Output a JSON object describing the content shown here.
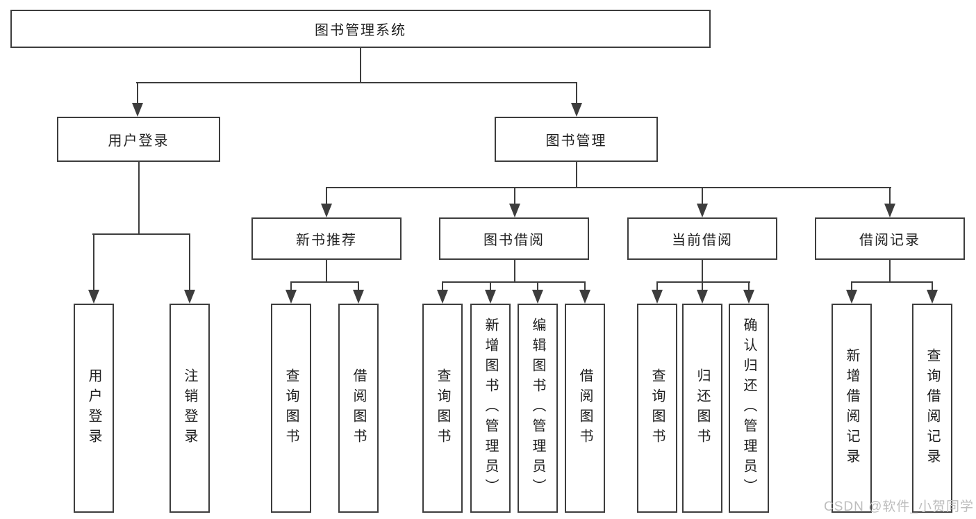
{
  "diagram": {
    "title": "图书管理系统",
    "root": {
      "label": "图书管理系统"
    },
    "level2": [
      {
        "label": "用户登录"
      },
      {
        "label": "图书管理"
      }
    ],
    "level3": [
      {
        "label": "新书推荐"
      },
      {
        "label": "图书借阅"
      },
      {
        "label": "当前借阅"
      },
      {
        "label": "借阅记录"
      }
    ],
    "leaves": {
      "login": [
        {
          "label": "用户登录"
        },
        {
          "label": "注销登录"
        }
      ],
      "recommend": [
        {
          "label": "查询图书"
        },
        {
          "label": "借阅图书"
        }
      ],
      "borrow": [
        {
          "label": "查询图书"
        },
        {
          "label": "新增图书（管理员）"
        },
        {
          "label": "编辑图书（管理员）"
        },
        {
          "label": "借阅图书"
        }
      ],
      "current": [
        {
          "label": "查询图书"
        },
        {
          "label": "归还图书"
        },
        {
          "label": "确认归还（管理员）"
        }
      ],
      "records": [
        {
          "label": "新增借阅记录"
        },
        {
          "label": "查询借阅记录"
        }
      ]
    }
  },
  "watermark": {
    "text": "CSDN @软件_小贺同学"
  },
  "colors": {
    "line": "#3d3d3d",
    "text": "#1f1f1f",
    "watermark": "#bdbdbd",
    "background": "#ffffff"
  }
}
